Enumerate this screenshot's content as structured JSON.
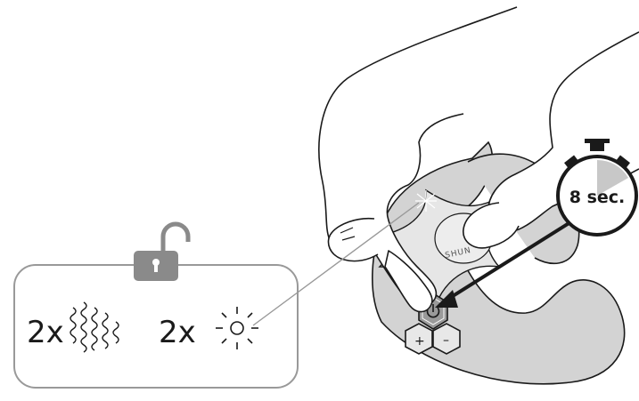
{
  "instruction": {
    "timer_label": "8 sec.",
    "vibration_count_label": "2x",
    "light_count_label": "2x",
    "brand_text": "SHUN"
  },
  "icons": {
    "lock": "unlocked-padlock-icon",
    "vibration": "vibration-waves-icon",
    "light": "light-flash-icon",
    "power": "power-icon",
    "plus": "plus-icon",
    "minus": "minus-icon",
    "timer": "stopwatch-icon"
  },
  "colors": {
    "line": "#1a1a1a",
    "device_fill": "#d3d3d3",
    "callout_border": "#999999",
    "lock_fill": "#8a8a8a",
    "power_button_fill": "#9a9a9a",
    "timer_wedge": "#c8c8c8"
  }
}
